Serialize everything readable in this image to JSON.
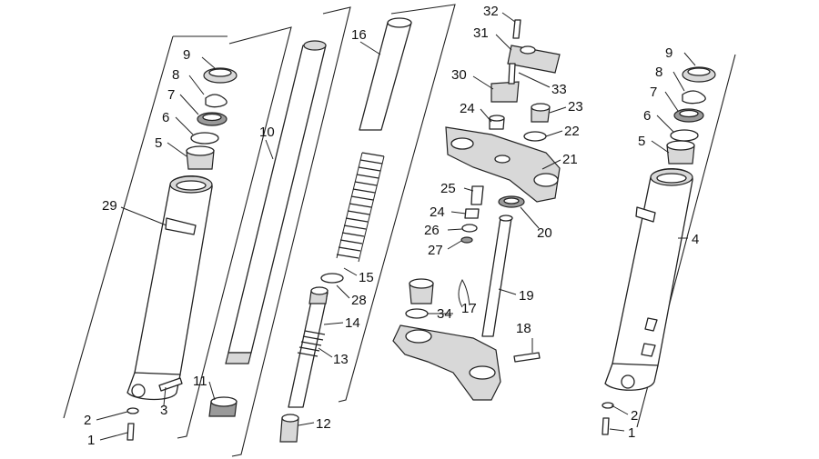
{
  "diagram": {
    "callouts": [
      "32",
      "31",
      "30",
      "33",
      "24",
      "23",
      "22",
      "21",
      "25",
      "24",
      "26",
      "27",
      "20",
      "19",
      "18",
      "17",
      "34",
      "16",
      "15",
      "28",
      "14",
      "13",
      "12",
      "10",
      "11",
      "9",
      "8",
      "7",
      "6",
      "5",
      "29",
      "3",
      "2",
      "1",
      "9",
      "8",
      "7",
      "6",
      "5",
      "4",
      "2",
      "1"
    ]
  }
}
